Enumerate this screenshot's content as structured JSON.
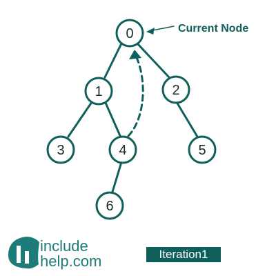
{
  "colors": {
    "primary": "#0f5f5a",
    "logo": "#1e7b78",
    "badge_text": "#ffffff"
  },
  "tree": {
    "nodes": [
      {
        "id": "0",
        "label": "0"
      },
      {
        "id": "1",
        "label": "1"
      },
      {
        "id": "2",
        "label": "2"
      },
      {
        "id": "3",
        "label": "3"
      },
      {
        "id": "4",
        "label": "4"
      },
      {
        "id": "5",
        "label": "5"
      },
      {
        "id": "6",
        "label": "6"
      }
    ],
    "edges": [
      [
        "0",
        "1"
      ],
      [
        "0",
        "2"
      ],
      [
        "1",
        "3"
      ],
      [
        "1",
        "4"
      ],
      [
        "2",
        "5"
      ],
      [
        "4",
        "6"
      ]
    ],
    "current_node_label": "Current Node"
  },
  "logo": {
    "line1": "include",
    "line2": "help.com"
  },
  "badge": {
    "label": "Iteration1"
  }
}
